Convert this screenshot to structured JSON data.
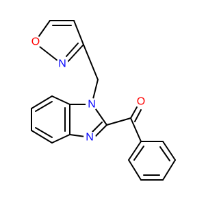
{
  "molecule": {
    "atoms": {
      "isoxazole_oxygen": {
        "symbol": "O",
        "color": "#ff0000"
      },
      "isoxazole_nitrogen": {
        "symbol": "N",
        "color": "#0000ff"
      },
      "benzimidazole_n1": {
        "symbol": "N",
        "color": "#0000ff"
      },
      "benzimidazole_n3": {
        "symbol": "N",
        "color": "#0000ff"
      },
      "carbonyl_oxygen": {
        "symbol": "O",
        "color": "#ff0000"
      }
    },
    "bond_color": "#000000"
  }
}
